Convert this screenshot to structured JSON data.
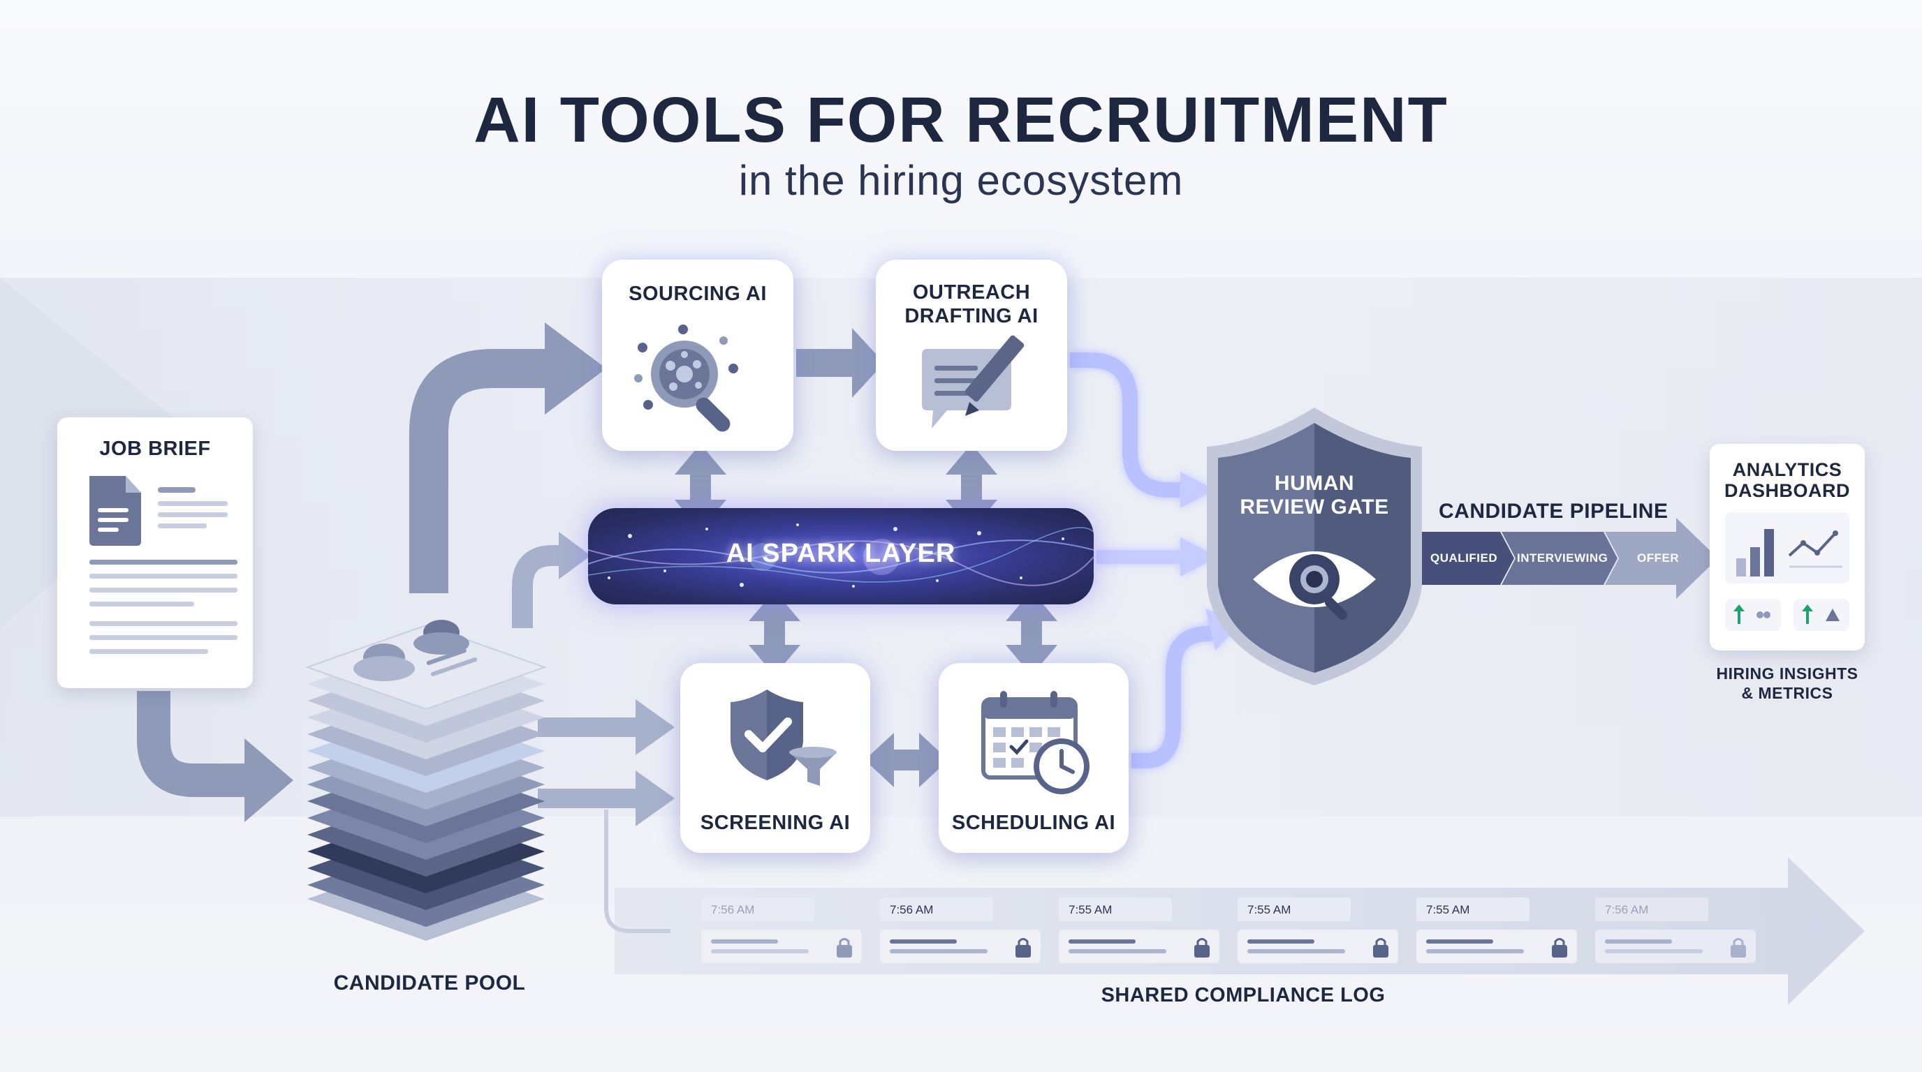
{
  "header": {
    "title": "AI TOOLS FOR RECRUITMENT",
    "subtitle": "in the hiring ecosystem"
  },
  "nodes": {
    "job_brief": "JOB BRIEF",
    "candidate_pool": "CANDIDATE POOL",
    "sourcing_ai": "SOURCING AI",
    "outreach_ai_line1": "OUTREACH",
    "outreach_ai_line2": "DRAFTING AI",
    "spark_layer": "AI SPARK LAYER",
    "screening_ai": "SCREENING AI",
    "scheduling_ai": "SCHEDULING AI",
    "review_gate_line1": "HUMAN",
    "review_gate_line2": "REVIEW GATE",
    "analytics_line1": "ANALYTICS",
    "analytics_line2": "DASHBOARD",
    "insights_line1": "HIRING INSIGHTS",
    "insights_line2": "& METRICS"
  },
  "pipeline": {
    "title": "CANDIDATE PIPELINE",
    "stages": [
      "QUALIFIED",
      "INTERVIEWING",
      "OFFER"
    ]
  },
  "compliance_log": {
    "title": "SHARED COMPLIANCE LOG",
    "entries": [
      "7:56 AM",
      "7:56 AM",
      "7:55 AM",
      "7:55 AM",
      "7:55 AM",
      "7:56 AM"
    ]
  },
  "colors": {
    "arrow": "#8e9ab8",
    "glow_arrow": "#b9c2ff",
    "shield": "#58638a",
    "accent_green": "#1fa36a",
    "text_dark": "#1e2740"
  },
  "icons": [
    "document-icon",
    "magnifier-icon",
    "pencil-message-icon",
    "shield-check-icon",
    "filter-icon",
    "calendar-icon",
    "clock-icon",
    "eye-icon",
    "lock-icon",
    "bar-chart-icon",
    "line-chart-icon",
    "arrow-up-icon"
  ]
}
